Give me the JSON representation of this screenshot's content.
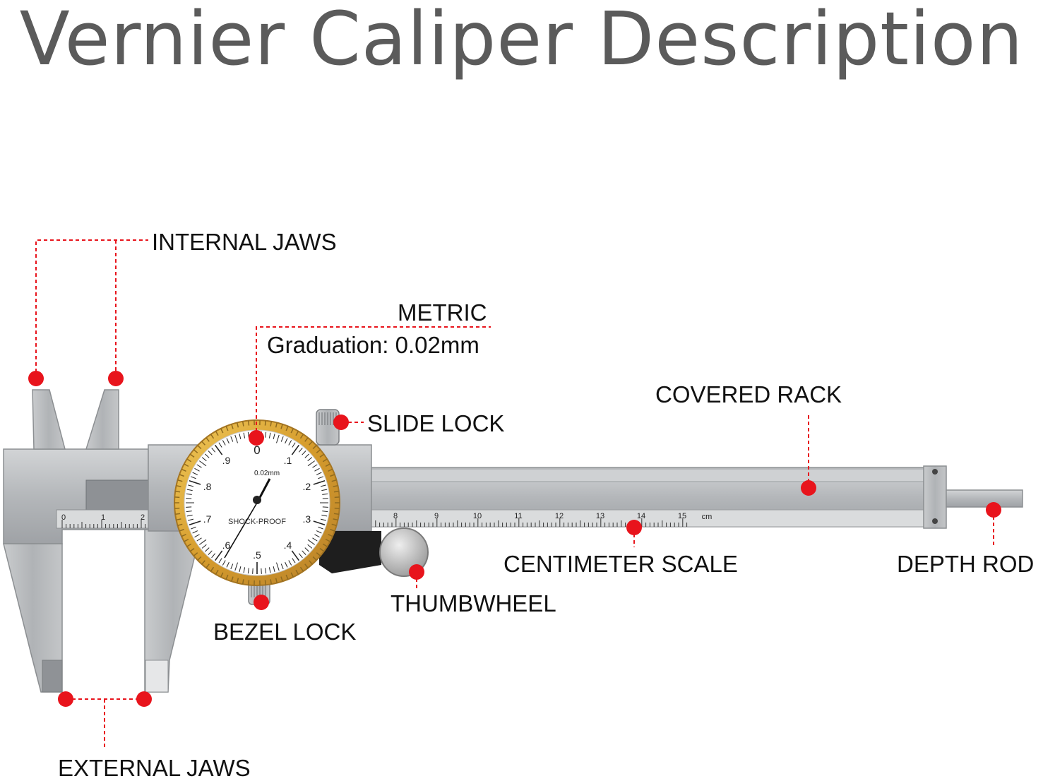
{
  "title": "Vernier Caliper Description",
  "labels": {
    "internal_jaws": "INTERNAL JAWS",
    "metric": "METRIC",
    "graduation": "Graduation: 0.02mm",
    "covered_rack": "COVERED RACK",
    "slide_lock": "SLIDE LOCK",
    "centimeter_scale": "CENTIMETER SCALE",
    "depth_rod": "DEPTH ROD",
    "thumbwheel": "THUMBWHEEL",
    "bezel_lock": "BEZEL LOCK",
    "external_jaws": "EXTERNAL JAWS"
  },
  "dial": {
    "numbers": [
      "0",
      ".1",
      ".2",
      ".3",
      ".4",
      ".5",
      ".6",
      ".7",
      ".8",
      ".9"
    ],
    "graduation_mark": "0.02mm",
    "brand": "SHOCK-PROOF"
  },
  "scale": {
    "unit": "cm",
    "main_numbers": [
      "0",
      "1",
      "2"
    ],
    "bar_numbers": [
      "8",
      "9",
      "10",
      "11",
      "12",
      "13",
      "14",
      "15"
    ]
  },
  "colors": {
    "marker": "#e8141c",
    "leader": "#e8141c",
    "steel": "#b9bcbf",
    "bezel": "#d8a63a",
    "title": "#5b5b5b"
  }
}
